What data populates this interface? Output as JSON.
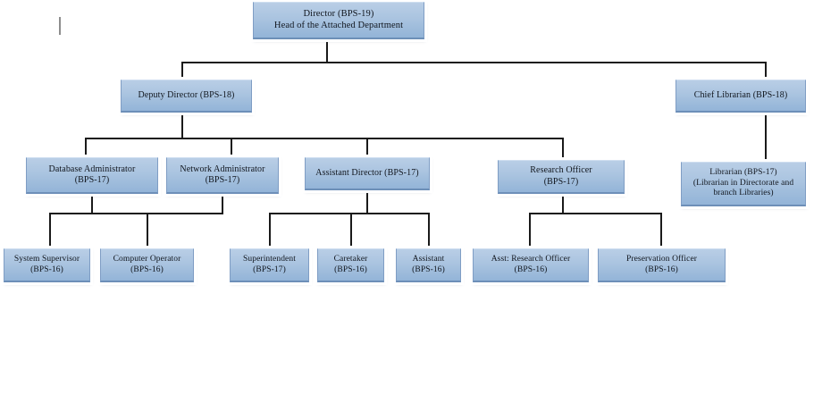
{
  "chart_data": {
    "type": "diagram",
    "title": "Organizational Hierarchy Chart (Attached Department)",
    "diagram_kind": "org-chart",
    "orientation": "top-down",
    "nodes": [
      {
        "id": "director",
        "label": "Director  (BPS-19)\nHead of the Attached Department",
        "grade": "BPS-19",
        "level": 1,
        "parent": null
      },
      {
        "id": "deputy",
        "label": "Deputy Director (BPS-18)",
        "grade": "BPS-18",
        "level": 2,
        "parent": "director"
      },
      {
        "id": "chief_lib",
        "label": "Chief Librarian (BPS-18)",
        "grade": "BPS-18",
        "level": 2,
        "parent": "director"
      },
      {
        "id": "db_admin",
        "label": "Database Administrator\n(BPS-17)",
        "grade": "BPS-17",
        "level": 3,
        "parent": "deputy"
      },
      {
        "id": "net_admin",
        "label": "Network  Administrator\n(BPS-17)",
        "grade": "BPS-17",
        "level": 3,
        "parent": "deputy"
      },
      {
        "id": "asst_dir",
        "label": "Assistant Director (BPS-17)",
        "grade": "BPS-17",
        "level": 3,
        "parent": "deputy"
      },
      {
        "id": "research_off",
        "label": "Research Officer\n(BPS-17)",
        "grade": "BPS-17",
        "level": 3,
        "parent": "deputy"
      },
      {
        "id": "librarian",
        "label": "Librarian (BPS-17)\n(Librarian in Directorate and\nbranch Libraries)",
        "grade": "BPS-17",
        "level": 3,
        "parent": "chief_lib"
      },
      {
        "id": "sys_sup",
        "label": "System Supervisor\n(BPS-16)",
        "grade": "BPS-16",
        "level": 4,
        "parent": "db_admin"
      },
      {
        "id": "comp_op",
        "label": "Computer Operator\n(BPS-16)",
        "grade": "BPS-16",
        "level": 4,
        "parent": "net_admin"
      },
      {
        "id": "superintendent",
        "label": "Superintendent\n(BPS-17)",
        "grade": "BPS-17",
        "level": 4,
        "parent": "asst_dir"
      },
      {
        "id": "caretaker",
        "label": "Caretaker\n(BPS-16)",
        "grade": "BPS-16",
        "level": 4,
        "parent": "asst_dir"
      },
      {
        "id": "assistant",
        "label": "Assistant\n(BPS-16)",
        "grade": "BPS-16",
        "level": 4,
        "parent": "asst_dir"
      },
      {
        "id": "asst_res_off",
        "label": "Asst: Research Officer\n(BPS-16)",
        "grade": "BPS-16",
        "level": 4,
        "parent": "research_off"
      },
      {
        "id": "pres_off",
        "label": "Preservation Officer\n(BPS-16)",
        "grade": "BPS-16",
        "level": 4,
        "parent": "research_off"
      }
    ],
    "edges": [
      {
        "from": "director",
        "to": "deputy"
      },
      {
        "from": "director",
        "to": "chief_lib"
      },
      {
        "from": "deputy",
        "to": "db_admin"
      },
      {
        "from": "deputy",
        "to": "net_admin"
      },
      {
        "from": "deputy",
        "to": "asst_dir"
      },
      {
        "from": "deputy",
        "to": "research_off"
      },
      {
        "from": "chief_lib",
        "to": "librarian"
      },
      {
        "from": "db_admin",
        "to": "sys_sup"
      },
      {
        "from": "net_admin",
        "to": "comp_op"
      },
      {
        "from": "asst_dir",
        "to": "superintendent"
      },
      {
        "from": "asst_dir",
        "to": "caretaker"
      },
      {
        "from": "asst_dir",
        "to": "assistant"
      },
      {
        "from": "research_off",
        "to": "asst_res_off"
      },
      {
        "from": "research_off",
        "to": "pres_off"
      }
    ],
    "colors": {
      "box_fill_top": "#b9cee6",
      "box_fill_bottom": "#93b4d8",
      "box_border": "#7f9dc4",
      "connector": "#1a1a1a",
      "text": "#11161e",
      "background": "#ffffff"
    }
  }
}
